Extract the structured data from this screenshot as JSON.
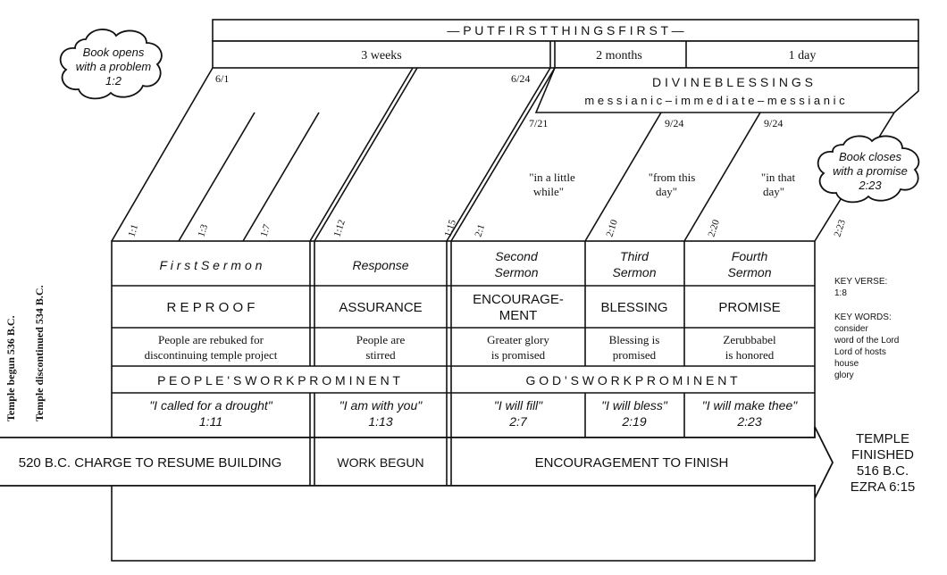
{
  "header": {
    "title": "— P U T   F I R S T   T H I N G S   F I R S T —",
    "durations": [
      "3 weeks",
      "2 months",
      "1 day"
    ]
  },
  "divine": {
    "title": "D I V I N E   B L E S S I N G S",
    "subtitle": "m e s s i a n i c – i m m e d i a t e – m e s s i a n i c"
  },
  "dates": [
    "6/1",
    "6/24",
    "7/21",
    "9/24",
    "9/24"
  ],
  "quotes_top": [
    {
      "line1": "\"in a little",
      "line2": "while\""
    },
    {
      "line1": "\"from this",
      "line2": "day\""
    },
    {
      "line1": "\"in that",
      "line2": "day\""
    }
  ],
  "refs": [
    "1:1",
    "1:3",
    "1:7",
    "1:12",
    "1:15",
    "2:1",
    "2:10",
    "2:20",
    "2:23"
  ],
  "clouds": {
    "open": {
      "line1": "Book opens",
      "line2": "with a problem",
      "line3": "1:2"
    },
    "close": {
      "line1": "Book closes",
      "line2": "with a promise",
      "line3": "2:23"
    }
  },
  "columns": [
    {
      "heading": "F i r s t   S e r m o n",
      "keyword": "R E P R O O F",
      "desc1": "People are rebuked for",
      "desc2": "discontinuing temple project"
    },
    {
      "heading": "Response",
      "keyword": "ASSURANCE",
      "desc1": "People are",
      "desc2": "stirred"
    },
    {
      "heading1": "Second",
      "heading2": "Sermon",
      "keyword1": "ENCOURAGE-",
      "keyword2": "MENT",
      "desc1": "Greater glory",
      "desc2": "is promised"
    },
    {
      "heading1": "Third",
      "heading2": "Sermon",
      "keyword": "BLESSING",
      "desc1": "Blessing is",
      "desc2": "promised"
    },
    {
      "heading1": "Fourth",
      "heading2": "Sermon",
      "keyword": "PROMISE",
      "desc1": "Zerubbabel",
      "desc2": "is honored"
    }
  ],
  "work_rows": {
    "people": "P E O P L E ' S   W O R K   P R O M I N E N T",
    "god": "G O D ' S   W O R K   P R O M I N E N T"
  },
  "quotes_bottom": [
    {
      "q": "\"I called for a drought\"",
      "ref": "1:11"
    },
    {
      "q": "\"I am with you\"",
      "ref": "1:13"
    },
    {
      "q": "\"I will fill\"",
      "ref": "2:7"
    },
    {
      "q": "\"I will bless\"",
      "ref": "2:19"
    },
    {
      "q": "\"I will make thee\"",
      "ref": "2:23"
    }
  ],
  "arrow": {
    "charge": "520 B.C. CHARGE TO RESUME BUILDING",
    "begun": "WORK BEGUN",
    "finish": "ENCOURAGEMENT TO FINISH"
  },
  "finished": {
    "line1": "TEMPLE",
    "line2": "FINISHED",
    "line3": "516 B.C.",
    "line4": "EZRA 6:15"
  },
  "side_labels": {
    "begun": "Temple begun  536 B.C.",
    "discontinued": "Temple discontinued  534 B.C."
  },
  "key": {
    "verse_label": "KEY VERSE:",
    "verse": "1:8",
    "words_label": "KEY WORDS:",
    "words": [
      "consider",
      "word of the Lord",
      "Lord of hosts",
      "house",
      "glory"
    ]
  }
}
